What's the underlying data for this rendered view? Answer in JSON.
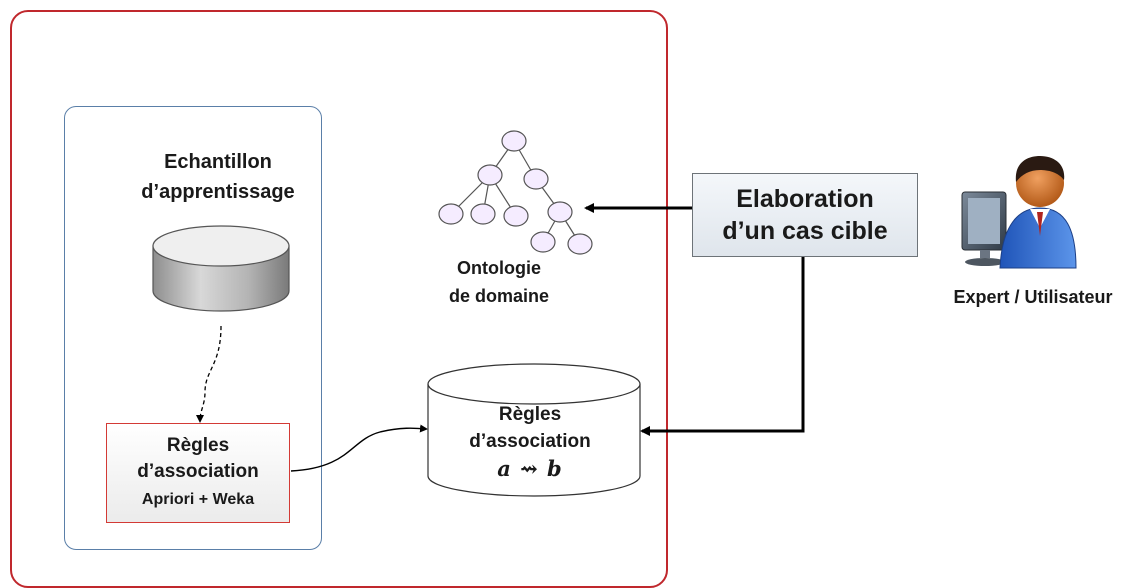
{
  "learning_sample": {
    "line1": "Echantillon",
    "line2": "d’apprentissage"
  },
  "rules_box": {
    "line1": "Règles",
    "line2": "d’association",
    "tools": "Apriori + Weka"
  },
  "ontology": {
    "line1": "Ontologie",
    "line2": "de domaine"
  },
  "rules_db": {
    "line1": "Règles",
    "line2": "d’association",
    "formula": "a ⇝ b"
  },
  "elaboration": {
    "line1": "Elaboration",
    "line2": "d’un cas cible"
  },
  "expert": {
    "label": "Expert / Utilisateur"
  },
  "colors": {
    "frame": "#c0282d",
    "panel_border": "#5a7fa8",
    "node_fill": "#f5ecff",
    "node_stroke": "#555555"
  }
}
